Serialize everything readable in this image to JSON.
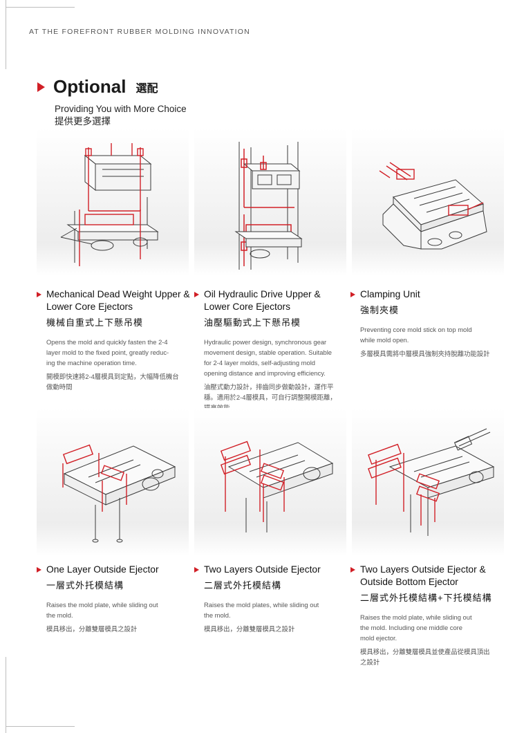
{
  "header": "AT THE FOREFRONT RUBBER MOLDING INNOVATION",
  "title": {
    "en": "Optional",
    "zh": "選配"
  },
  "subtitle": {
    "en": "Providing You with More Choice",
    "zh": "提供更多選擇"
  },
  "colors": {
    "accent": "#d11f26",
    "line": "#3a3a3a",
    "panel": "#ececec"
  },
  "cards": [
    {
      "title_lines": [
        "Mechanical Dead Weight Upper &",
        "Lower Core Ejectors"
      ],
      "title_zh": "機械自重式上下懸吊模",
      "desc_lines": [
        "Opens the mold and quickly fasten the 2-4",
        "layer mold to the fixed point, greatly reduc-",
        "ing the machine operation time."
      ],
      "desc_zh_lines": [
        "開模即快速將2-4層模具到定點，大幅降低機台",
        "做動時間"
      ]
    },
    {
      "title_lines": [
        "Oil Hydraulic Drive Upper &",
        "Lower Core Ejectors"
      ],
      "title_zh": "油壓驅動式上下懸吊模",
      "desc_lines": [
        "Hydraulic power design, synchronous gear",
        "movement design, stable operation. Suitable",
        "for 2-4 layer molds, self-adjusting mold",
        "opening distance and improving efficiency."
      ],
      "desc_zh_lines": [
        "油壓式動力設計，排齒同步做動設計，運作平",
        "穩。適用於2-4層模具，可自行調整開模距離，",
        "提高效能"
      ]
    },
    {
      "title_lines": [
        "Clamping Unit",
        ""
      ],
      "title_zh": "強制夾模",
      "desc_lines": [
        "Preventing core mold stick on top mold",
        "while mold open.",
        "",
        ""
      ],
      "desc_zh_lines": [
        "多層模具需將中層模具強制夾持脫離功能設計",
        "",
        ""
      ]
    },
    {
      "title_lines": [
        "One Layer Outside Ejector",
        ""
      ],
      "title_zh": "一層式外托模結構",
      "desc_lines": [
        "Raises the mold plate, while sliding out",
        "the mold.",
        ""
      ],
      "desc_zh_lines": [
        "模具移出，分離雙層模具之設計",
        ""
      ]
    },
    {
      "title_lines": [
        "Two Layers Outside Ejector",
        ""
      ],
      "title_zh": "二層式外托模結構",
      "desc_lines": [
        "Raises the mold plates, while sliding out",
        "the mold.",
        ""
      ],
      "desc_zh_lines": [
        "模具移出，分離雙層模具之設計",
        ""
      ]
    },
    {
      "title_lines": [
        "Two Layers Outside Ejector &",
        "Outside Bottom Ejector"
      ],
      "title_zh": "二層式外托模結構+下托模結構",
      "desc_lines": [
        "Raises the mold plate, while sliding out",
        "the mold. Including one middle core",
        "mold ejector."
      ],
      "desc_zh_lines": [
        "模具移出，分離雙層模具並使產品從模具頂出",
        "之設計"
      ]
    }
  ]
}
